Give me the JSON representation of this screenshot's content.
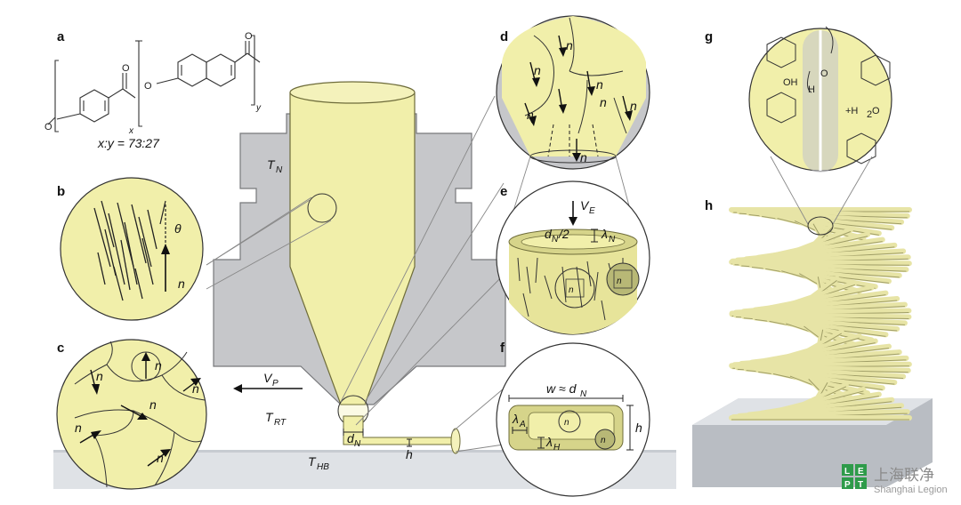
{
  "panels": {
    "a": "a",
    "b": "b",
    "c": "c",
    "d": "d",
    "e": "e",
    "f": "f",
    "g": "g",
    "h": "h"
  },
  "formula": {
    "ratio": "x:y = 73:27",
    "x": "x",
    "y": "y",
    "o1": "O",
    "o2": "O",
    "o3": "O",
    "o4": "O"
  },
  "labels": {
    "theta": "θ",
    "n": "n",
    "TN_T": "T",
    "TN_sub": "N",
    "VP_V": "V",
    "VP_sub": "P",
    "TRT_T": "T",
    "TRT_sub": "RT",
    "THB_T": "T",
    "THB_sub": "HB",
    "dN_d": "d",
    "dN_sub": "N",
    "h": "h",
    "VE_V": "V",
    "VE_sub": "E",
    "dN2_d": "d",
    "dN2_sub": "N",
    "dN2_rest": "/2",
    "lambdaN_l": "λ",
    "lambdaN_sub": "N",
    "w_eq": "w ≈ d",
    "w_sub": "N",
    "lambdaA_l": "λ",
    "lambdaA_sub": "A",
    "lambdaH_l": "λ",
    "lambdaH_sub": "H",
    "h_f": "h",
    "oh": "OH",
    "o_g": "O",
    "h_g": "H",
    "water": "+H",
    "water_sub": "2",
    "water_o": "O",
    "n_vec": "n"
  },
  "watermark": {
    "logo_letters": [
      "L",
      "E",
      "P",
      "T"
    ],
    "cn": "上海联净",
    "en": "Shanghai Legion"
  },
  "colors": {
    "lcp": "#f1efaa",
    "lcp_stroke": "#6e6c3a",
    "nozzle": "#c6c7ca",
    "nozzle_stroke": "#77787b",
    "bed_top": "#dfe2e6",
    "bed_side": "#b9bdc3",
    "line": "#222222",
    "logo_green": "#2e9b4a"
  }
}
